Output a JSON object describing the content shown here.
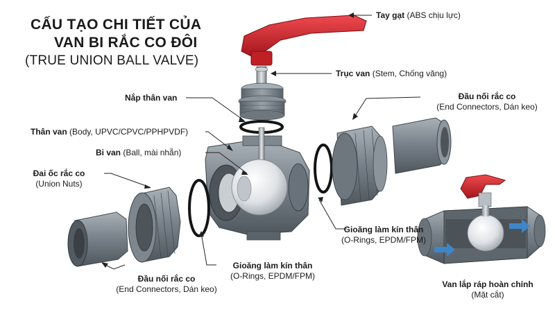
{
  "title": {
    "line1": "CẤU TẠO CHI TIẾT CỦA",
    "line2": "VAN BI RẮC CO ĐÔI",
    "line3": "(TRUE UNION BALL VALVE)"
  },
  "labels": {
    "handle": {
      "name": "Tay gạt",
      "detail": "(ABS chịu lực)"
    },
    "stem": {
      "name": "Trục van",
      "detail": "(Stem, Chống văng)"
    },
    "bonnet": {
      "name": "Nắp thân van"
    },
    "end_right": {
      "name": "Đầu nối rắc co",
      "detail": "(End Connectors, Dán keo)"
    },
    "body": {
      "name": "Thân van",
      "detail": "(Body, UPVC/CPVC/PPHPVDF)"
    },
    "ball": {
      "name": "Bi van",
      "detail": "(Ball, mài nhẵn)"
    },
    "union_nut": {
      "name": "Đai ốc rắc co",
      "detail": "(Union Nuts)"
    },
    "oring_right": {
      "name": "Gioăng làm kín thân",
      "detail": "(O-Rings, EPDM/FPM)"
    },
    "oring_left": {
      "name": "Gioăng làm kín thân",
      "detail": "(O-Rings, EPDM/FPM)"
    },
    "end_left": {
      "name": "Đầu nối rắc co",
      "detail": "(End Connectors, Dán keo)"
    },
    "assembled": {
      "name": "Van lắp ráp hoàn chỉnh",
      "detail": "(Mặt cắt)"
    }
  },
  "colors": {
    "pvc_dark": "#5e6770",
    "pvc_mid": "#8a939b",
    "pvc_light": "#b9c0c6",
    "handle_red": "#d2232a",
    "oring": "#151515",
    "ball": "#e6e8ea",
    "flow_arrow": "#3f86c8",
    "leader": "#222222"
  },
  "icons": [
    "exploded-valve-drawing",
    "cutaway-valve-drawing",
    "flow-arrow-icon"
  ]
}
